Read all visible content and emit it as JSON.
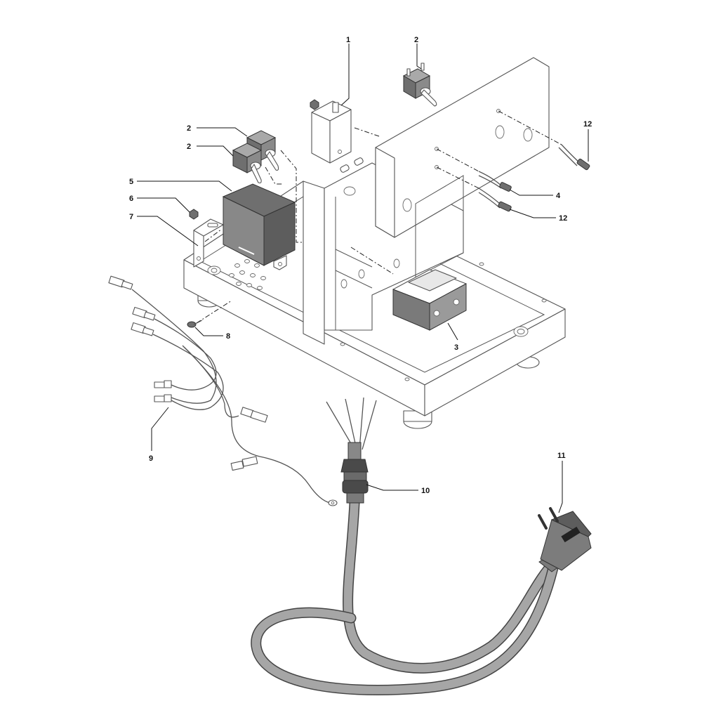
{
  "callouts": {
    "c1": "1",
    "c2a": "2",
    "c2b": "2",
    "c2c": "2",
    "c3": "3",
    "c4": "4",
    "c5": "5",
    "c6": "6",
    "c7": "7",
    "c8": "8",
    "c9": "9",
    "c10": "10",
    "c11": "11",
    "c12a": "12",
    "c12b": "12"
  },
  "colors": {
    "line": "#555555",
    "cable": "#a6a6a6",
    "component_dark": "#6f6f6f",
    "background": "#ffffff"
  }
}
